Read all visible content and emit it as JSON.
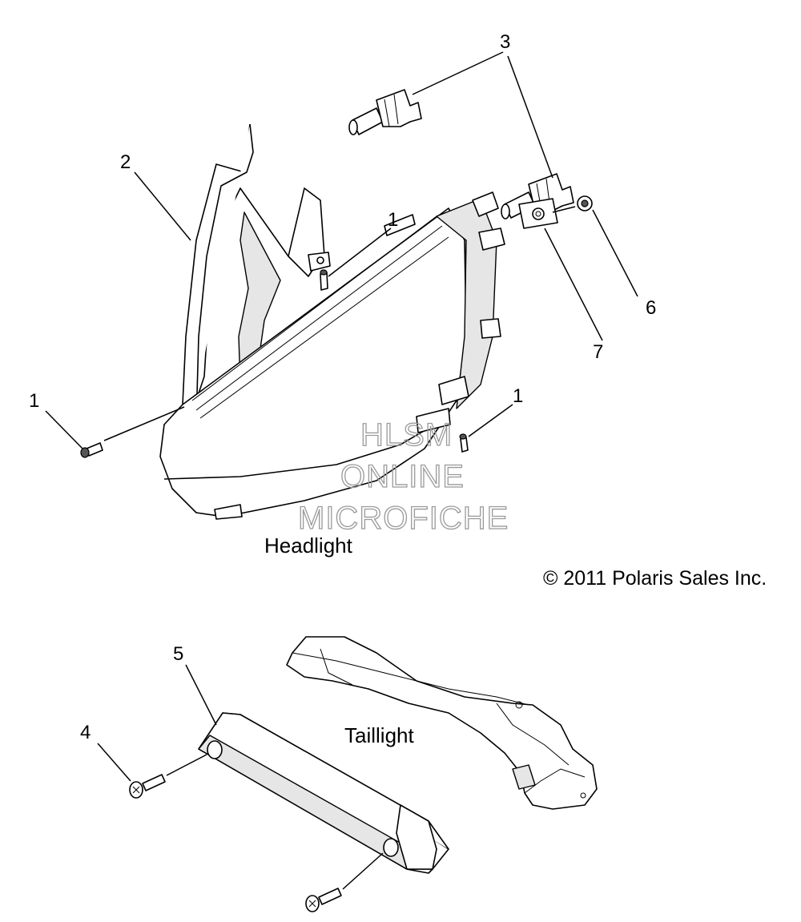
{
  "callouts": {
    "c1a": "1",
    "c1b": "1",
    "c1c": "1",
    "c2": "2",
    "c3": "3",
    "c4": "4",
    "c5": "5",
    "c6": "6",
    "c7": "7"
  },
  "captions": {
    "headlight": "Headlight",
    "taillight": "Taillight"
  },
  "copyright": "© 2011 Polaris Sales Inc.",
  "watermark": {
    "line1": "HLSM",
    "line2": "ONLINE",
    "line3": "MICROFICHE"
  }
}
